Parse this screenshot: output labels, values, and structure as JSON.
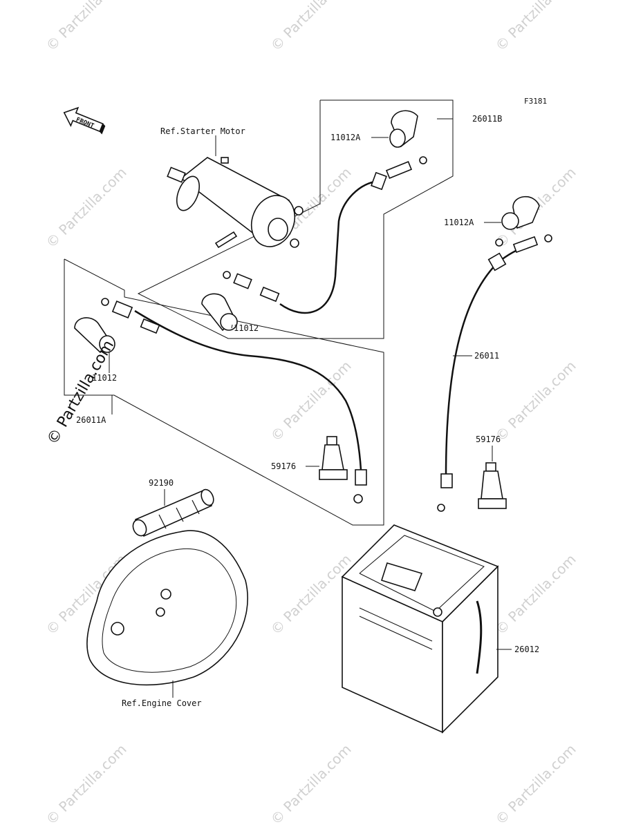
{
  "figure_code": "F3181",
  "front_label": "FRONT",
  "watermark_text": "© Partzilla.com",
  "watermark_prominent": "© Partzilla.com",
  "labels": {
    "starter_ref": "Ref.Starter Motor",
    "engine_cover_ref": "Ref.Engine Cover",
    "p26011B": "26011B",
    "p11012A_top": "11012A",
    "p11012A_right": "11012A",
    "p11012_mid": "11012",
    "p11012_left": "11012",
    "p26011A": "26011A",
    "p26011": "26011",
    "p59176_mid": "59176",
    "p59176_right": "59176",
    "p92190": "92190",
    "p26012": "26012"
  },
  "colors": {
    "line": "#111111",
    "watermark": "#d0d0d0",
    "background": "#ffffff"
  }
}
